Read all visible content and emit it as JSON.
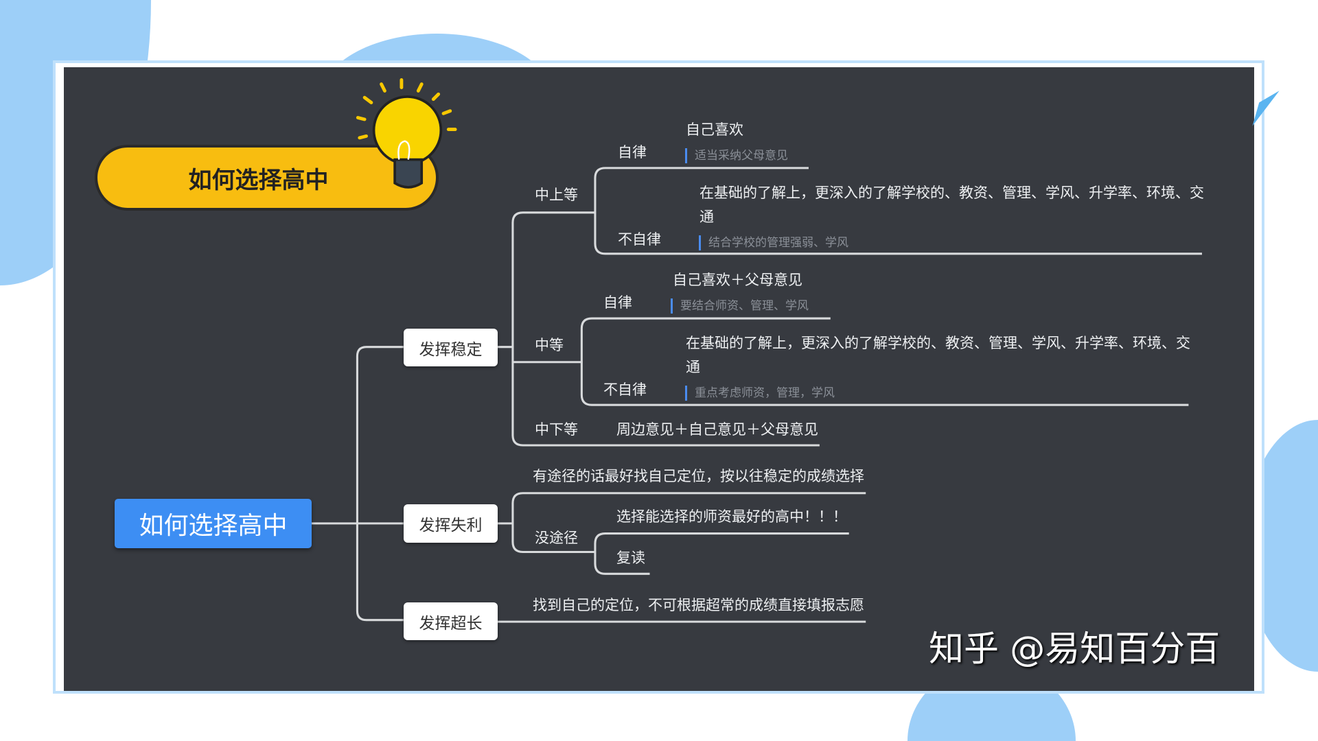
{
  "banner": {
    "title": "如何选择高中",
    "icon": "lightbulb-icon"
  },
  "root": {
    "label": "如何选择高中"
  },
  "branches": {
    "stable": {
      "label": "发挥稳定",
      "upper": {
        "label": "中上等",
        "self": {
          "label": "自律",
          "text": "自己喜欢",
          "note": "适当采纳父母意见"
        },
        "noself": {
          "label": "不自律",
          "text1": "在基础的了解上，更深入的了解学校的、教资、管理、学风、升学率、环境、交",
          "text2": "通",
          "note": "结合学校的管理强弱、学风"
        }
      },
      "middle": {
        "label": "中等",
        "self": {
          "label": "自律",
          "text": "自己喜欢＋父母意见",
          "note": "要结合师资、管理、学风"
        },
        "noself": {
          "label": "不自律",
          "text1": "在基础的了解上，更深入的了解学校的、教资、管理、学风、升学率、环境、交",
          "text2": "通",
          "note": "重点考虑师资，管理，学风"
        }
      },
      "lower": {
        "label": "中下等",
        "text": "周边意见＋自己意见＋父母意见"
      }
    },
    "fail": {
      "label": "发挥失利",
      "text": "有途径的话最好找自己定位，按以往稳定的成绩选择",
      "noway": {
        "label": "没途径",
        "opt1": "选择能选择的师资最好的高中！！！",
        "opt2": "复读"
      }
    },
    "over": {
      "label": "发挥超长",
      "text": "找到自己的定位，不可根据超常的成绩直接填报志愿"
    }
  },
  "watermark": "知乎 @易知百分百"
}
